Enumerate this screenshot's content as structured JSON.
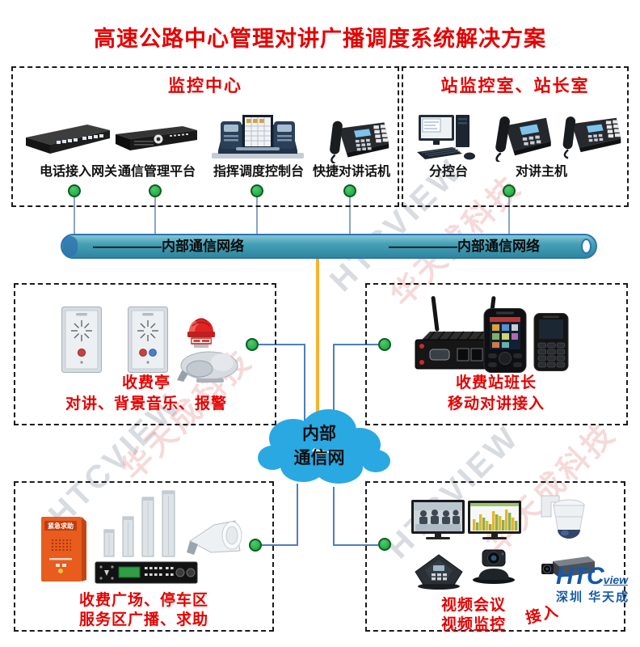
{
  "title": "高速公路中心管理对讲广播调度系统解决方案",
  "monitor_center": {
    "title": "监控中心",
    "devices": [
      {
        "label": "电话接入网关"
      },
      {
        "label": "通信管理平台"
      },
      {
        "label": "指挥调度控制台"
      },
      {
        "label": "快捷对讲话机"
      }
    ]
  },
  "station_room": {
    "title": "站监控室、站长室",
    "devices": [
      {
        "label": "分控台"
      },
      {
        "label": "对讲主机"
      }
    ]
  },
  "pipe": {
    "label_left": "—————内部通信网络",
    "label_right": "—————内部通信网络"
  },
  "cloud": {
    "line1": "内部",
    "line2": "通信网"
  },
  "toll_booth": {
    "caption1": "收费亭",
    "caption2": "对讲、背景音乐、报警"
  },
  "toll_captain": {
    "caption1": "收费站班长",
    "caption2": "移动对讲接入"
  },
  "plaza": {
    "caption1": "收费广场、停车区",
    "caption2": "服务区广播、求助"
  },
  "video": {
    "caption1": "视频会议",
    "caption2": "视频监控",
    "access": "接入"
  },
  "callbox": {
    "text": "紧急求助"
  },
  "logo": {
    "brand": "HTC",
    "suffix": "view",
    "subtitle": "深圳 华天成"
  },
  "watermarks": [
    {
      "text": "HTCVIEW"
    },
    {
      "text": "华天成科技"
    },
    {
      "text": "HTCVIEW"
    },
    {
      "text": "华天成科技"
    },
    {
      "text": "HTCVIEW"
    },
    {
      "text": "华天成科技"
    }
  ],
  "colors": {
    "accent_red": "#e60000",
    "pipe_teal": "#3d9ab2",
    "cloud_blue": "#29a8e2",
    "dot_green": "#1fa53e",
    "link_yellow": "#f7b32a"
  }
}
